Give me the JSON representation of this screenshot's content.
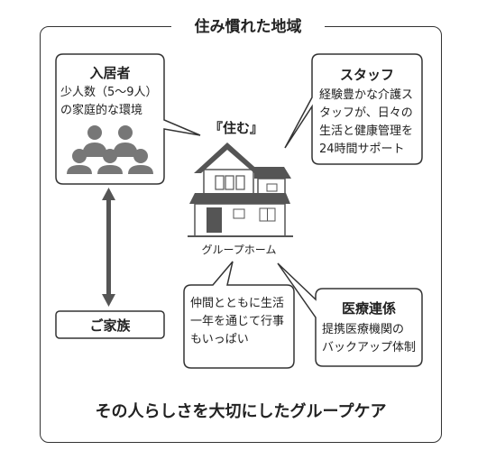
{
  "frame_title": "住み慣れた地域",
  "residents": {
    "title": "入居者",
    "lines": [
      "少人数（5～9人）",
      "の家庭的な環境"
    ]
  },
  "staff": {
    "title": "スタッフ",
    "lines": [
      "経験豊かな介護ス",
      "タッフが、日々の",
      "生活と健康管理を",
      "24時間サポート"
    ]
  },
  "house": {
    "caption_top": "『住む』",
    "caption_bottom": "グループホーム"
  },
  "family": {
    "title": "ご家族"
  },
  "community": {
    "lines": [
      "仲間とともに生活",
      "一年を通じて行事",
      "もいっぱい"
    ]
  },
  "medical": {
    "title": "医療連係",
    "lines": [
      "提携医療機関の",
      "バックアップ体制"
    ]
  },
  "footer": "その人らしさを大切にしたグループケア",
  "colors": {
    "line": "#333333",
    "people": "#777777",
    "house_dark": "#555555",
    "arrow": "#555555"
  }
}
